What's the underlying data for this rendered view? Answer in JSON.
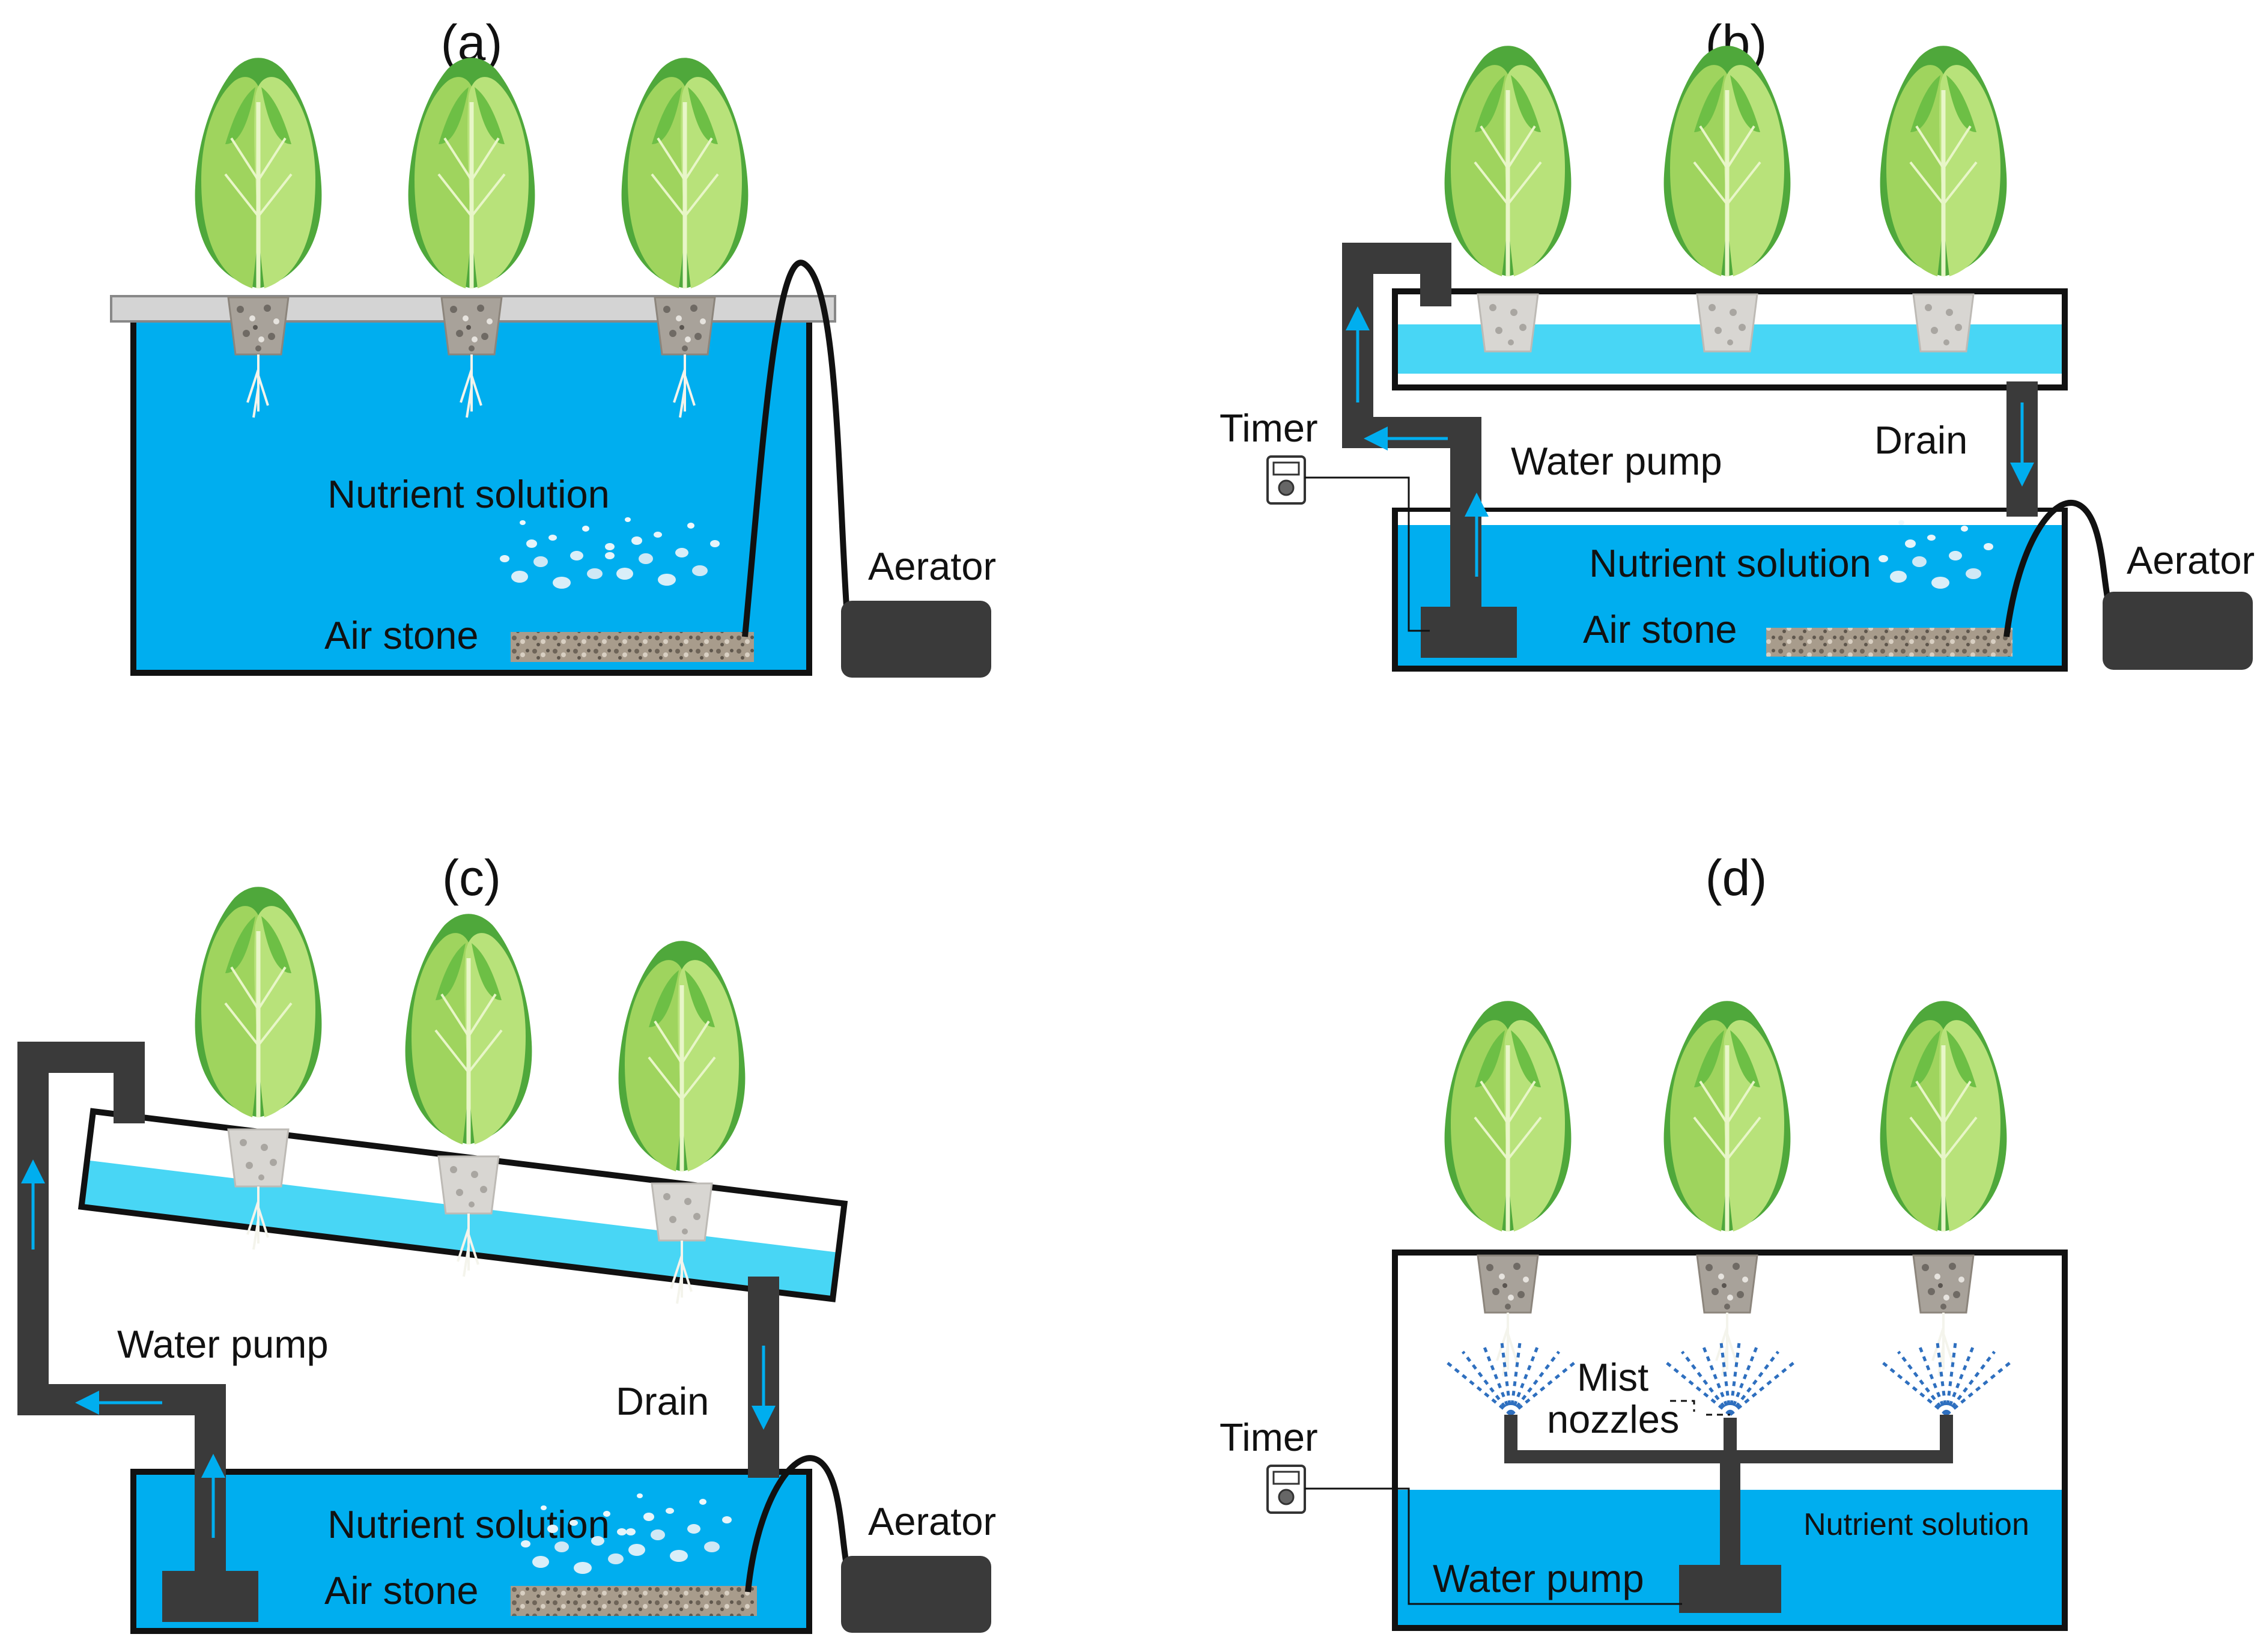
{
  "panels": {
    "a": {
      "title": "(a)",
      "nutrient": "Nutrient solution",
      "airstone": "Air stone",
      "aerator": "Aerator"
    },
    "b": {
      "title": "(b)",
      "timer": "Timer",
      "pump": "Water pump",
      "drain": "Drain",
      "nutrient": "Nutrient solution",
      "airstone": "Air stone",
      "aerator": "Aerator"
    },
    "c": {
      "title": "(c)",
      "pump": "Water pump",
      "drain": "Drain",
      "nutrient": "Nutrient solution",
      "airstone": "Air stone",
      "aerator": "Aerator"
    },
    "d": {
      "title": "(d)",
      "timer": "Timer",
      "mist1": "Mist",
      "mist2": "nozzles",
      "nutrient": "Nutrient solution",
      "pump": "Water pump"
    }
  },
  "colors": {
    "water": "#00AEEF",
    "water_light": "#48D6F5",
    "pipe": "#3A3A3A",
    "leaf_light": "#B8E27A",
    "leaf_dark": "#4FA83B",
    "pot": "#A8A29A",
    "arrow": "#00AEEF"
  },
  "icons": [
    "lettuce-icon",
    "timer-icon",
    "air-bubbles-icon",
    "mist-spray-icon",
    "flow-arrow-icon"
  ]
}
